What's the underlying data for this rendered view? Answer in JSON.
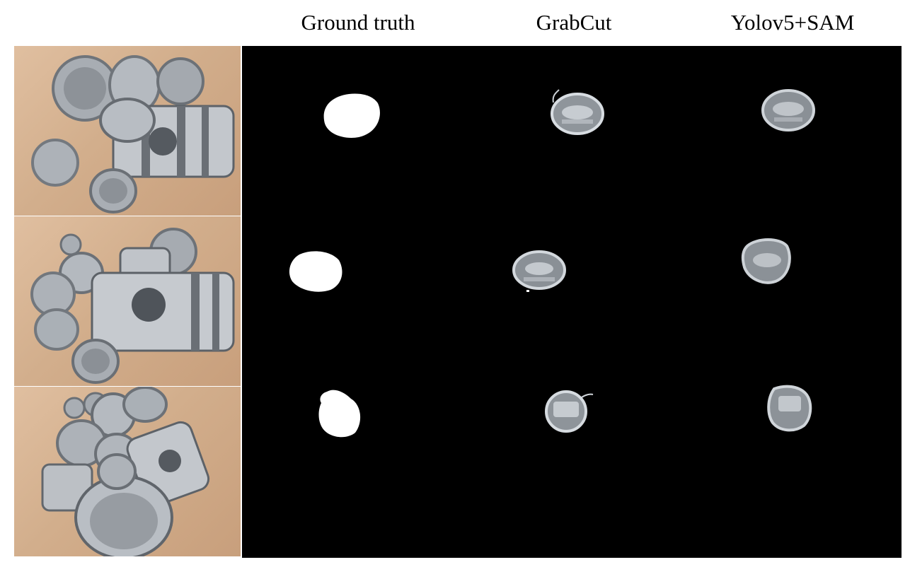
{
  "headers": {
    "ground_truth": "Ground truth",
    "grabcut": "GrabCut",
    "yolov5_sam": "Yolov5+SAM"
  },
  "colors": {
    "background": "#ffffff",
    "panel": "#000000",
    "mask": "#ffffff",
    "metal": "#b9bec4",
    "wood": "#d2ae8c"
  },
  "rows": [
    {
      "index": 1,
      "image": "pistons-photo"
    },
    {
      "index": 2,
      "image": "pistons-photo"
    },
    {
      "index": 3,
      "image": "pistons-photo"
    }
  ],
  "icons": [
    "piston-photo",
    "ground-truth-mask",
    "grabcut-segmentation",
    "sam-segmentation"
  ]
}
